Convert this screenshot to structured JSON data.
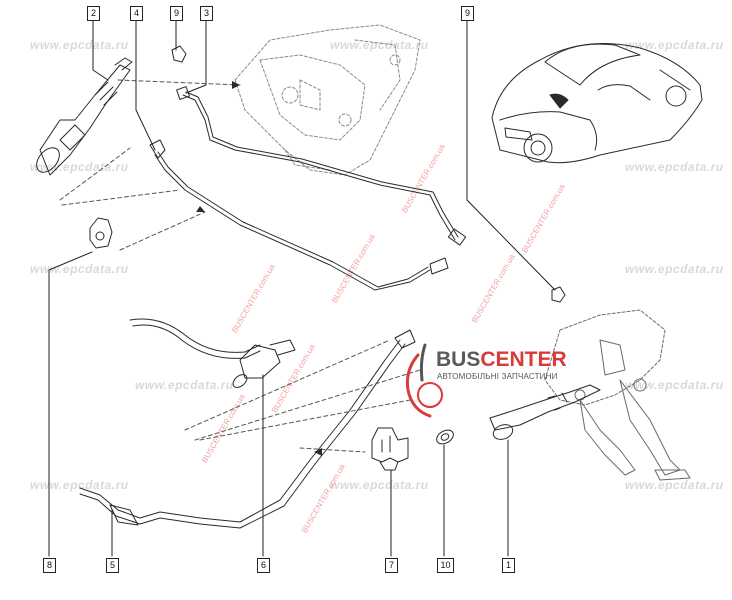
{
  "watermarks": {
    "site": "www.epcdata.ru",
    "diag": "BUSCENTER.com.ua"
  },
  "logo": {
    "name_part1": "BUS",
    "name_part2": "CENTER",
    "tagline": "АВТОМОБІЛЬНІ ЗАПЧАСТИНИ"
  },
  "callouts": {
    "c1": "1",
    "c2": "2",
    "c3": "3",
    "c4": "4",
    "c5": "5",
    "c6": "6",
    "c7": "7",
    "c8": "8",
    "c9a": "9",
    "c9b": "9",
    "c10": "10"
  },
  "colors": {
    "line": "#2a2a2a",
    "faint": "#9a9a9a",
    "accent": "#d93a3a"
  }
}
